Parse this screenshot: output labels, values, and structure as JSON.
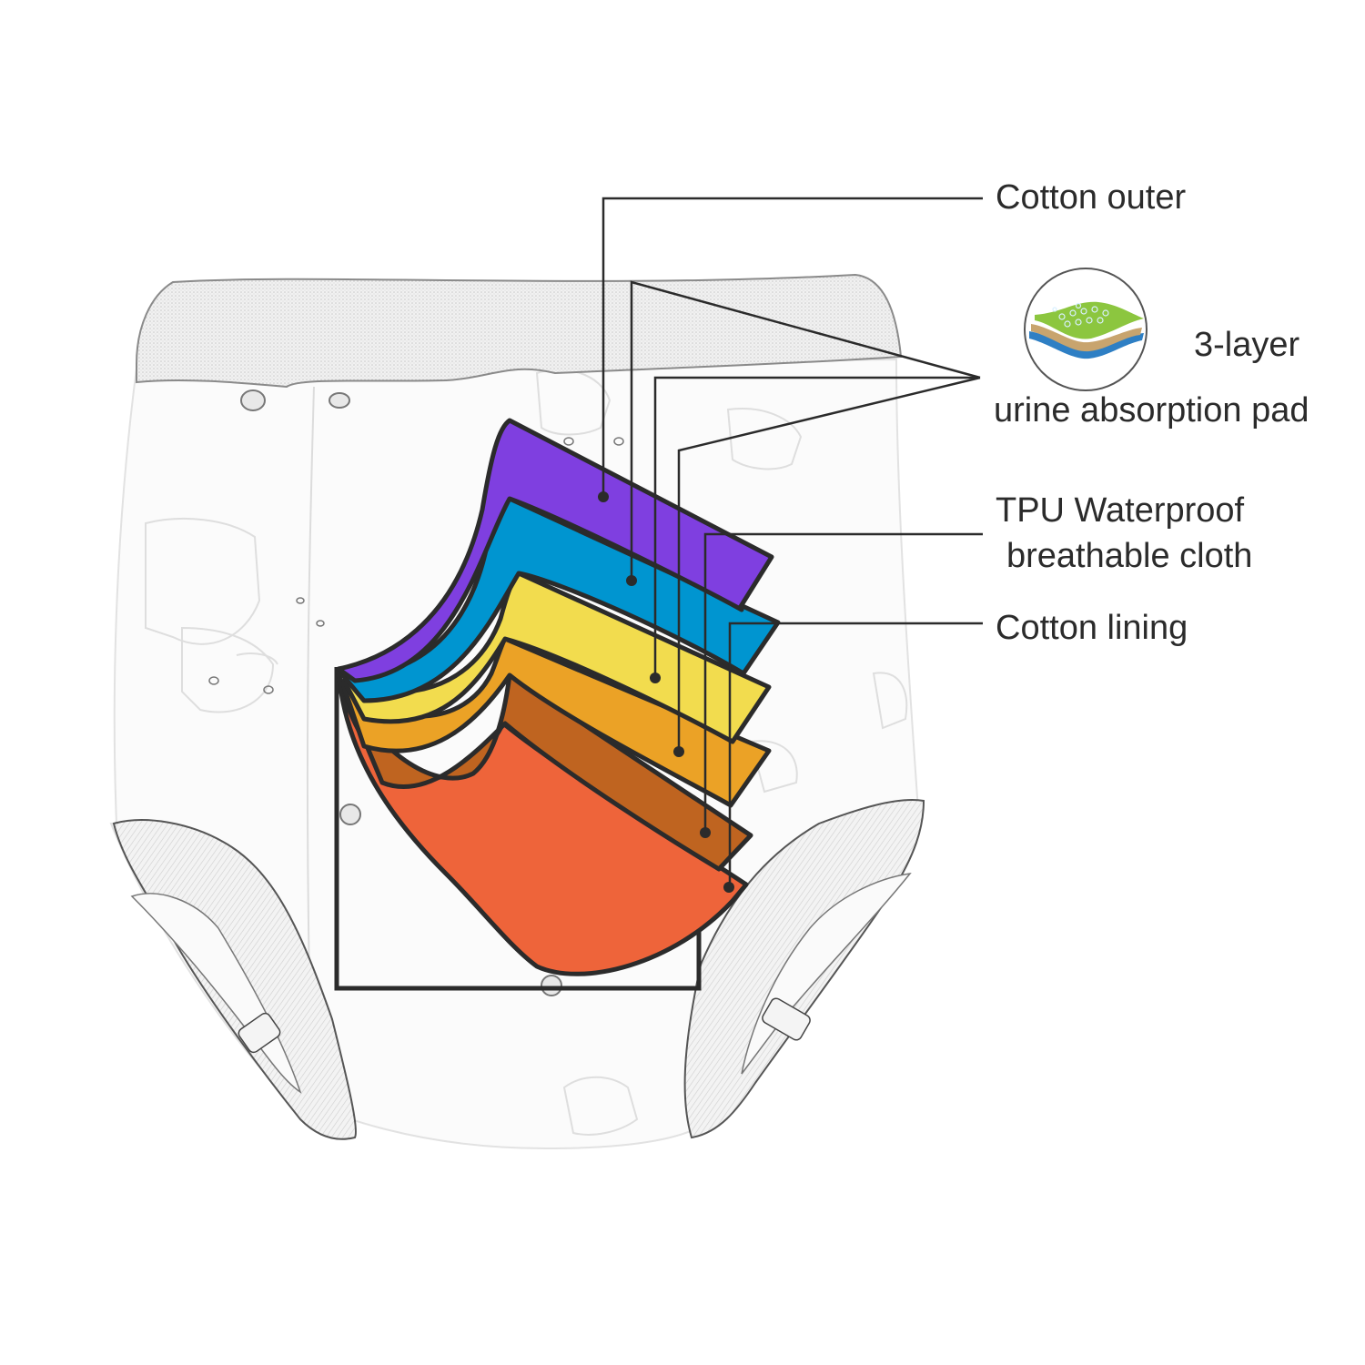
{
  "diagram": {
    "title": "Training pants layer structure",
    "labels": {
      "cotton_outer": "Cotton outer",
      "three_layer": "3-layer",
      "absorption_pad": "urine absorption pad",
      "tpu_line1": "TPU Waterproof",
      "tpu_line2": "breathable cloth",
      "cotton_lining": "Cotton lining"
    },
    "layers": [
      {
        "name": "Cotton outer",
        "color": "#7F3FE0"
      },
      {
        "name": "Absorption pad layer 1",
        "color": "#0095D0"
      },
      {
        "name": "Absorption pad layer 2",
        "color": "#F2DC4E"
      },
      {
        "name": "Absorption pad layer 3",
        "color": "#EBA226"
      },
      {
        "name": "TPU Waterproof breathable cloth",
        "color": "#BF6420"
      },
      {
        "name": "Cotton lining",
        "color": "#EE643A"
      }
    ],
    "badge": {
      "icon": "three-layer-pad-icon",
      "colors": [
        "#8CC63F",
        "#C8A46E",
        "#2E7FC4"
      ]
    },
    "outline_color": "#2b2b2b"
  }
}
